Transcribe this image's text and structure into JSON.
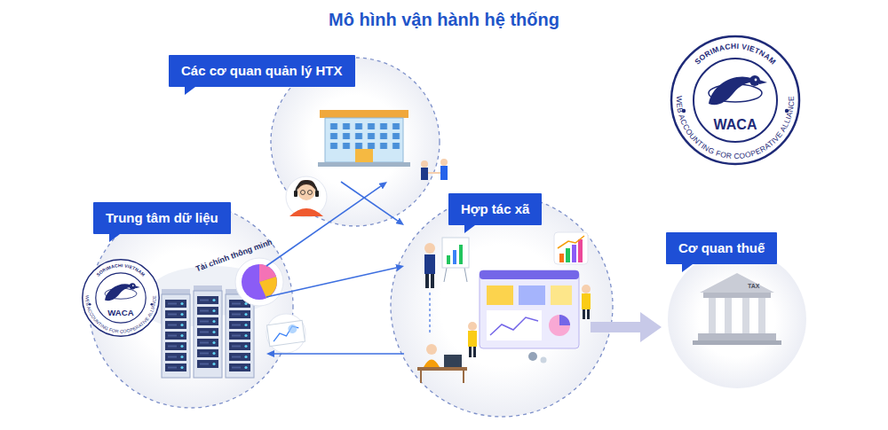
{
  "diagram": {
    "title": "Mô hình vận hành hệ thống",
    "nodes": [
      {
        "text": [
          "Các cơ quan quản lý HTX"
        ]
      },
      {
        "text": [
          "Trung tâm dữ liệu"
        ]
      },
      {
        "text": [
          "Hợp tác xã"
        ]
      },
      {
        "text": [
          "Cơ quan thuế"
        ]
      }
    ],
    "edges": [
      {
        "from": 1,
        "to": 0,
        "arrow": "to"
      },
      {
        "from": 0,
        "to": 2,
        "arrow": "to"
      },
      {
        "from": 1,
        "to": 2,
        "arrow": "to"
      },
      {
        "from": 2,
        "to": 1,
        "arrow": "to"
      },
      {
        "from": 2,
        "to": 3,
        "arrow": "to"
      }
    ],
    "labels": [
      "SORIMACHI VIETNAM",
      "WEB ACCOUNTING FOR COOPERATIVE ALLIANCE",
      "WACA",
      "SORIMACHI VIETNAM",
      "WEB ACCOUNTING FOR COOPERATIVE ALLIANCE",
      "WACA",
      "Tài chính thông minh",
      "TAX"
    ]
  }
}
